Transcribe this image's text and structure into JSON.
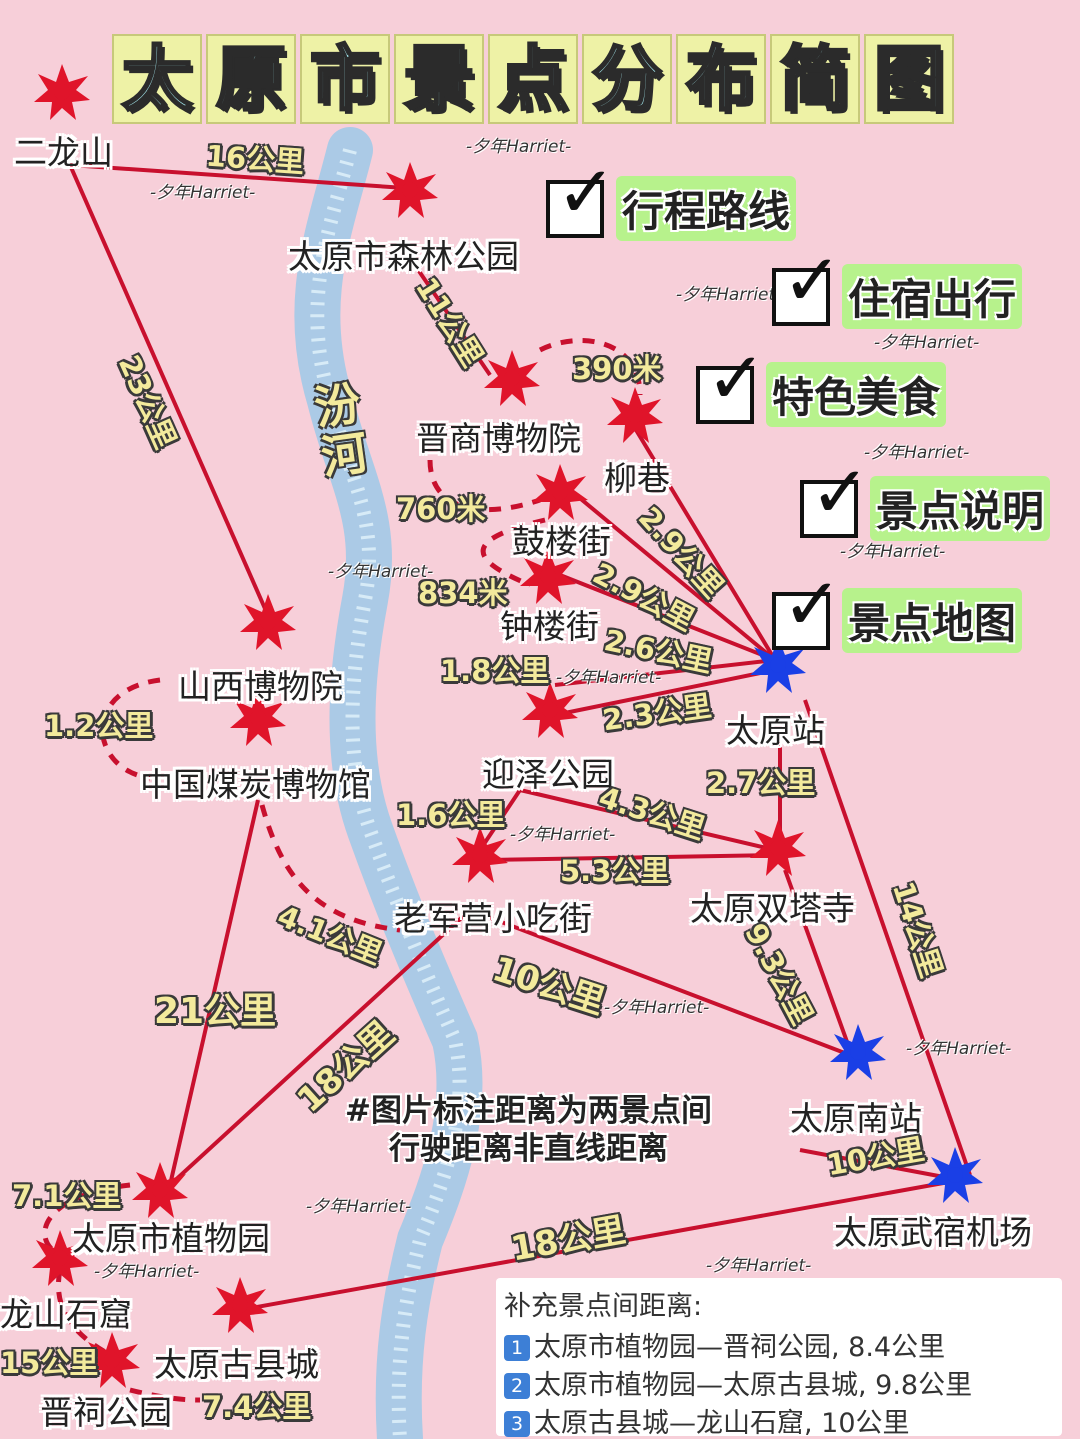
{
  "title_chars": [
    "太",
    "原",
    "市",
    "景",
    "点",
    "分",
    "布",
    "简",
    "图"
  ],
  "river_label": "汾河",
  "watermark": "-夕年Harriet-",
  "places": {
    "erlongshan": "二龙山",
    "forest_park": "太原市森林公园",
    "jinshang": "晋商博物院",
    "liuxiang": "柳巷",
    "gulou": "鼓楼街",
    "zhonglou": "钟楼街",
    "shanxi_museum": "山西博物院",
    "coal_museum": "中国煤炭博物馆",
    "taiyuan_station": "太原站",
    "yingze_park": "迎泽公园",
    "laojunying": "老军营小吃街",
    "twin_pagoda": "太原双塔寺",
    "south_station": "太原南站",
    "airport": "太原武宿机场",
    "botanical": "太原市植物园",
    "longshan": "龙山石窟",
    "jinci": "晋祠公园",
    "ancient_city": "太原古县城"
  },
  "distances": {
    "d16": "16公里",
    "d11": "11公里",
    "d23": "23公里",
    "d390": "390米",
    "d760": "760米",
    "d834": "834米",
    "d29a": "2.9公里",
    "d29b": "2.9公里",
    "d26": "2.6公里",
    "d18a": "1.8公里",
    "d23b": "2.3公里",
    "d12": "1.2公里",
    "d27": "2.7公里",
    "d43": "4.3公里",
    "d16b": "1.6公里",
    "d53": "5.3公里",
    "d41": "4.1公里",
    "d10a": "10公里",
    "d93": "9.3公里",
    "d14": "14公里",
    "d21": "21公里",
    "d18b": "18公里",
    "d10b": "10公里",
    "d71": "7.1公里",
    "d18c": "18公里",
    "d15": "15公里",
    "d74": "7.4公里"
  },
  "checklist": [
    "行程路线",
    "住宿出行",
    "特色美食",
    "景点说明",
    "景点地图"
  ],
  "note": {
    "line1": "#图片标注距离为两景点间",
    "line2": "行驶距离非直线距离"
  },
  "supplement": {
    "title": "补充景点间距离:",
    "rows": [
      {
        "num": "1",
        "text": "太原市植物园—晋祠公园, 8.4公里"
      },
      {
        "num": "2",
        "text": "太原市植物园—太原古县城, 9.8公里"
      },
      {
        "num": "3",
        "text": "太原古县城—龙山石窟, 10公里"
      }
    ]
  },
  "colors": {
    "route": "#c8102e",
    "spot": "#e0142a",
    "station": "#1a3fe6",
    "river": "#9ec9e8",
    "background": "#f7cfd9",
    "highlight": "#b7f28c"
  }
}
